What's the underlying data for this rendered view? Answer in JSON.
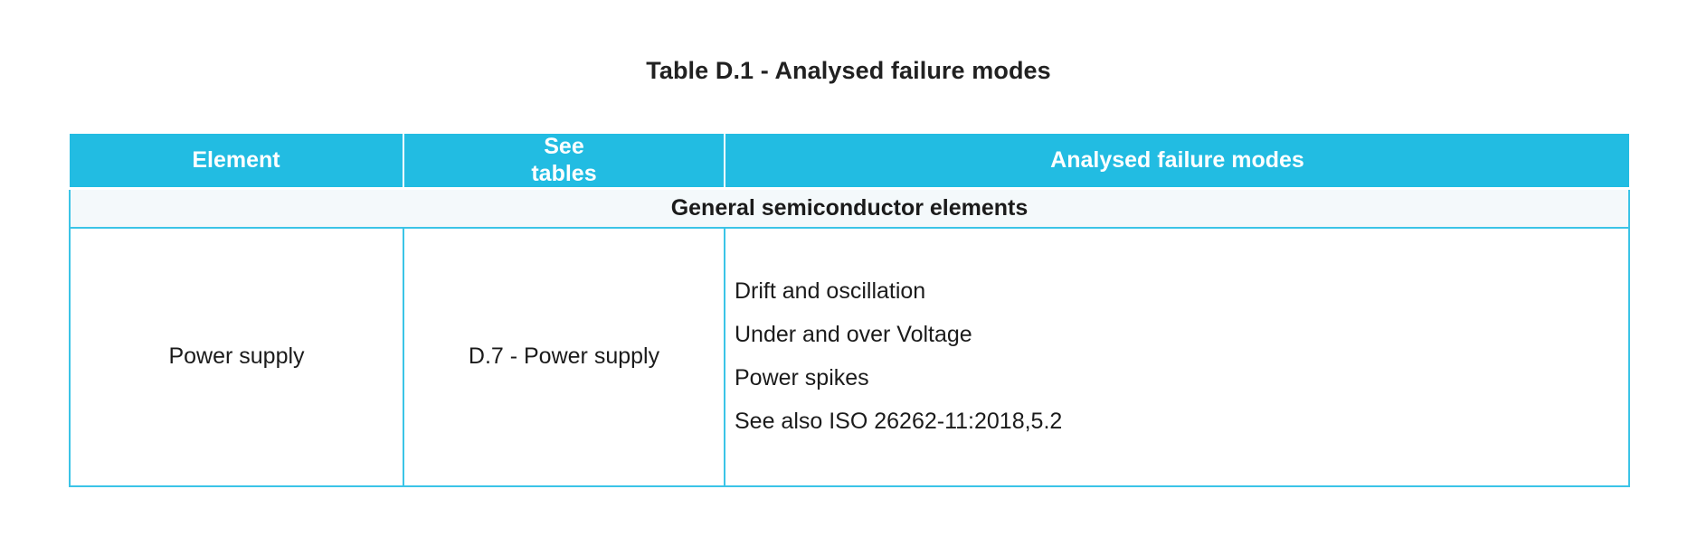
{
  "title": "Table D.1 - Analysed failure modes",
  "colors": {
    "header_background": "#22bce2",
    "header_text": "#ffffff",
    "band_background": "#f4f9fb",
    "border": "#3bc4e7",
    "body_background": "#ffffff",
    "body_text": "#1b1b1b",
    "page_background": "#ffffff"
  },
  "table": {
    "columns": [
      {
        "label": "Element"
      },
      {
        "label": "See\ntables"
      },
      {
        "label": "Analysed failure modes"
      }
    ],
    "sections": [
      {
        "band_label": "General semiconductor elements",
        "rows": [
          {
            "element": "Power supply",
            "see_tables": "D.7 - Power supply",
            "failure_modes": [
              "Drift and oscillation",
              "Under and over Voltage",
              "Power spikes",
              "See also ISO 26262-11:2018,5.2"
            ]
          }
        ]
      }
    ]
  }
}
